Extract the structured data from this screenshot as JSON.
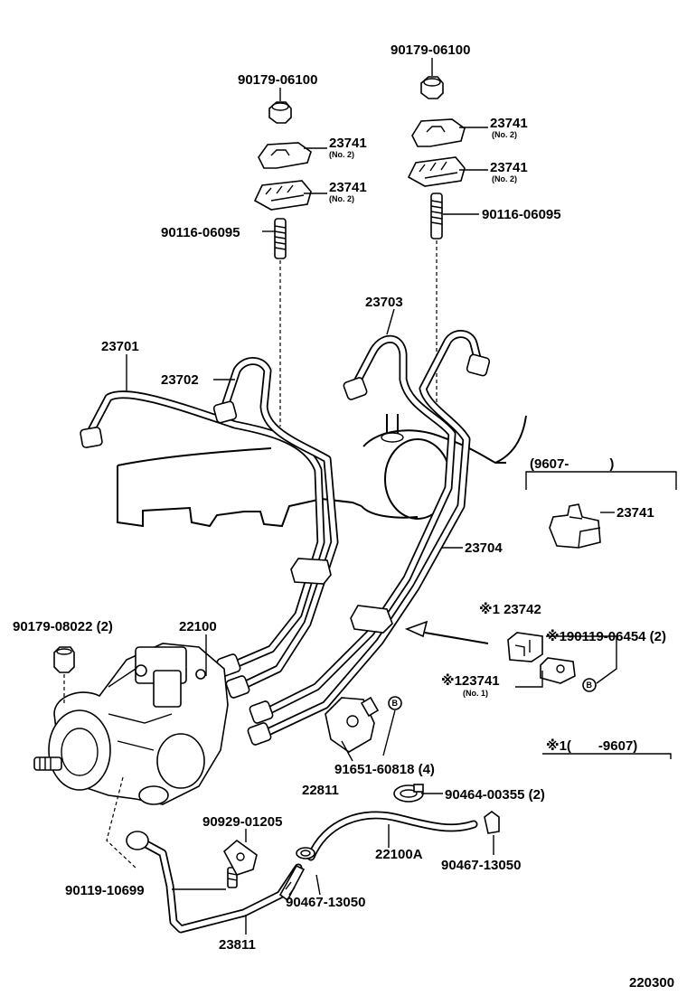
{
  "labels": {
    "nut_left": "90179-06100",
    "nut_right": "90179-06100",
    "clamp_left_upper": "23741",
    "clamp_left_upper_sub": "(No. 2)",
    "clamp_left_lower": "23741",
    "clamp_left_lower_sub": "(No. 2)",
    "clamp_right_upper": "23741",
    "clamp_right_upper_sub": "(No. 2)",
    "clamp_right_lower": "23741",
    "clamp_right_lower_sub": "(No. 2)",
    "stud_left": "90116-06095",
    "stud_right": "90116-06095",
    "pipe_23701": "23701",
    "pipe_23702": "23702",
    "pipe_23703": "23703",
    "pipe_23704": "23704",
    "nut_pump": "90179-08022 (2)",
    "pump": "22100",
    "clamp_23742": "※1 23742",
    "bolt_06454": "※190119-06454 (2)",
    "clamp_23741_no1": "※123741",
    "clamp_23741_no1_sub": "(No. 1)",
    "bracket_screw": "91651-60818 (4)",
    "bracket": "22811",
    "hose_clip_a": "90464-00355 (2)",
    "bolt_01205": "90929-01205",
    "hose": "22100A",
    "clip_right": "90467-13050",
    "bolt_10699": "90119-10699",
    "clip_left": "90467-13050",
    "pipe_23811": "23811",
    "inset_date": "(9607-　　　)",
    "inset_clamp": "23741",
    "note_range": "※1(　　-9607)",
    "marker_b": "B",
    "page_code": "220300"
  }
}
